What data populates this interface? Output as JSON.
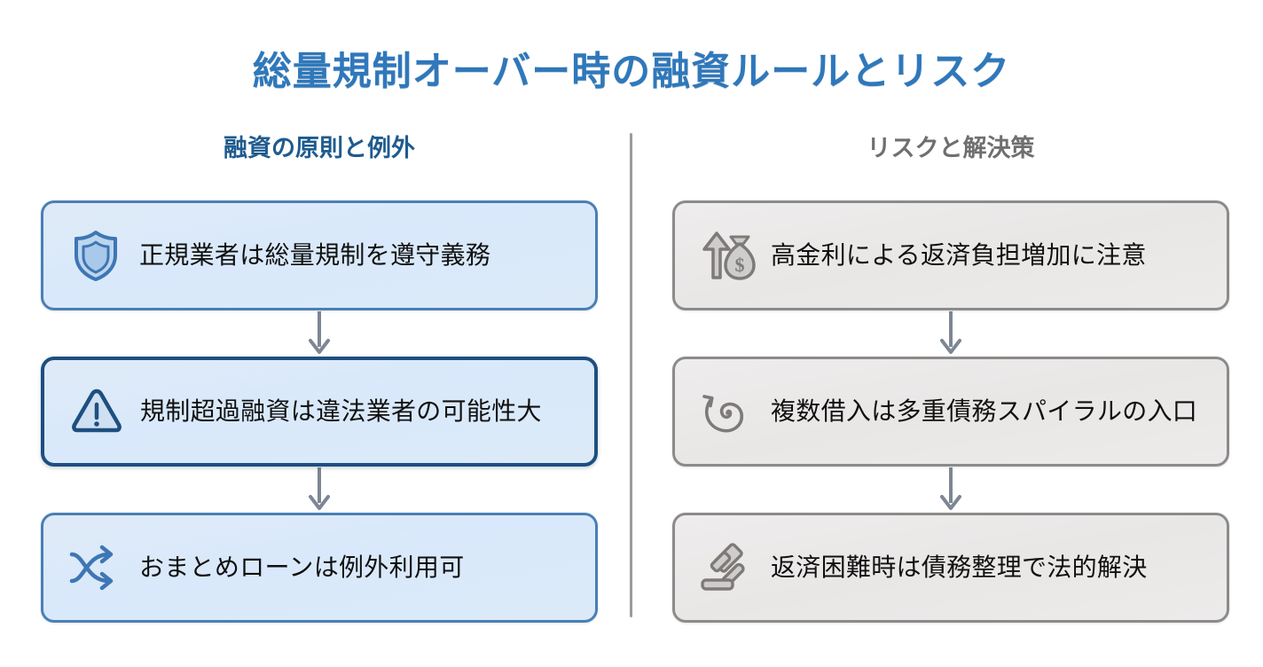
{
  "title": "総量規制オーバー時の融資ルールとリスク",
  "colors": {
    "title_blue": "#2f78bb",
    "left_heading_blue": "#1f5b8e",
    "right_heading_gray": "#6f6f6f",
    "card_blue_border": "#4a7fb5",
    "card_blue_emphasis_border": "#1d4f80",
    "card_blue_fill": "#d9e9fb",
    "card_gray_border": "#8b8b8b",
    "card_gray_fill": "#eceae9",
    "connector_arrow": "#7d8794",
    "divider": "#9b9b9b"
  },
  "left_column": {
    "heading": "融資の原則と例外",
    "cards": [
      {
        "icon": "shield-icon",
        "label": "正規業者は総量規制を遵守義務",
        "emphasis": false
      },
      {
        "icon": "warning-triangle-icon",
        "label": "規制超過融資は違法業者の可能性大",
        "emphasis": true
      },
      {
        "icon": "shuffle-arrows-icon",
        "label": "おまとめローンは例外利用可",
        "emphasis": false
      }
    ]
  },
  "right_column": {
    "heading": "リスクと解決策",
    "cards": [
      {
        "icon": "money-bag-up-arrow-icon",
        "label": "高金利による返済負担増加に注意"
      },
      {
        "icon": "spiral-icon",
        "label": "複数借入は多重債務スパイラルの入口"
      },
      {
        "icon": "gavel-icon",
        "label": "返済困難時は債務整理で法的解決"
      }
    ]
  }
}
